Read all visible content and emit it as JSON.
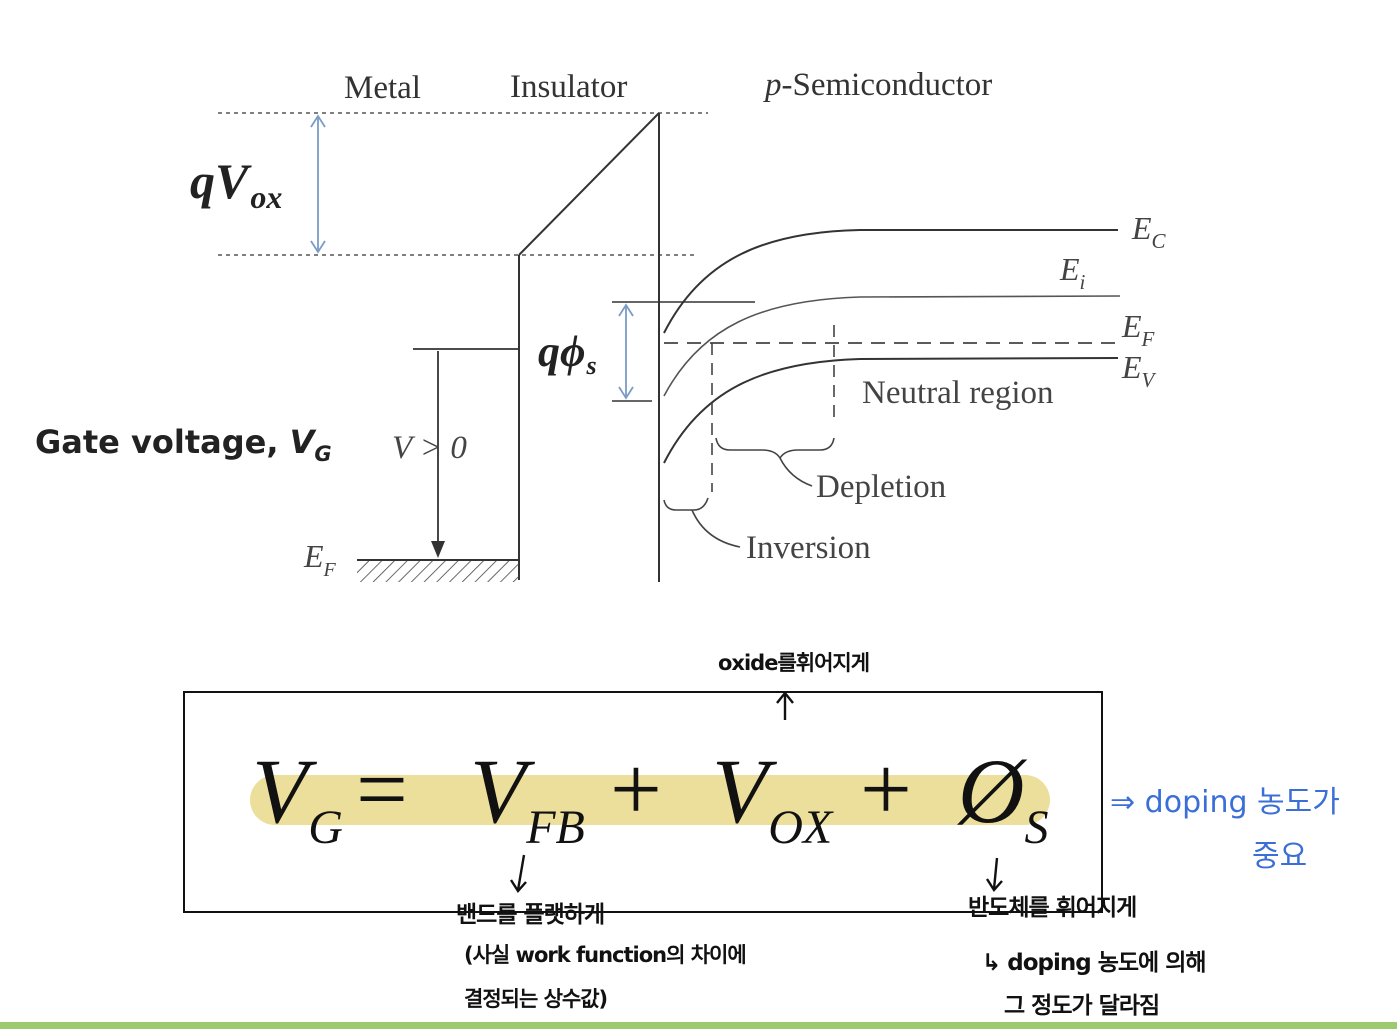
{
  "diagram": {
    "region_labels": {
      "metal": "Metal",
      "insulator": "Insulator",
      "semiconductor_prefix": "p",
      "semiconductor_suffix": "-Semiconductor"
    },
    "qvox": {
      "main": "qV",
      "sub": "ox"
    },
    "qphis": {
      "main": "qϕ",
      "sub": "s"
    },
    "gate_voltage": {
      "text": "Gate voltage, ",
      "var": "V",
      "sub": "G"
    },
    "v_condition": "V > 0",
    "ef_metal": {
      "main": "E",
      "sub": "F"
    },
    "band_labels": {
      "ec": {
        "main": "E",
        "sub": "C"
      },
      "ei": {
        "main": "E",
        "sub": "i"
      },
      "ef": {
        "main": "E",
        "sub": "F"
      },
      "ev": {
        "main": "E",
        "sub": "V"
      }
    },
    "regions": {
      "neutral": "Neutral region",
      "depletion": "Depletion",
      "inversion": "Inversion"
    }
  },
  "equation": {
    "lhs": {
      "main": "V",
      "sub": "G"
    },
    "equals": "=",
    "term1": {
      "main": "V",
      "sub": "FB"
    },
    "plus1": "+",
    "term2": {
      "main": "V",
      "sub": "OX"
    },
    "plus2": "+",
    "term3": {
      "main": "Ø",
      "sub": "S"
    },
    "highlight_color": "#ecdf9c"
  },
  "annotations": {
    "oxide_note": "oxide를휘어지게",
    "fb_note_line1": "밴드를 플랫하게",
    "fb_note_line2": "(사실 work function의 차이에",
    "fb_note_line3": "결정되는 상수값)",
    "semi_note_line1": "반도체를 휘어지게",
    "semi_note_line2": "↳ doping 농도에 의해",
    "semi_note_line3": "그 정도가 달라짐",
    "side_note_line1": "⇒ doping 농도가",
    "side_note_line2": "중요",
    "side_note_color": "#3b6fd8"
  },
  "colors": {
    "arrow_blue": "#7a9cc6",
    "footer_green": "#9ccb6f"
  }
}
